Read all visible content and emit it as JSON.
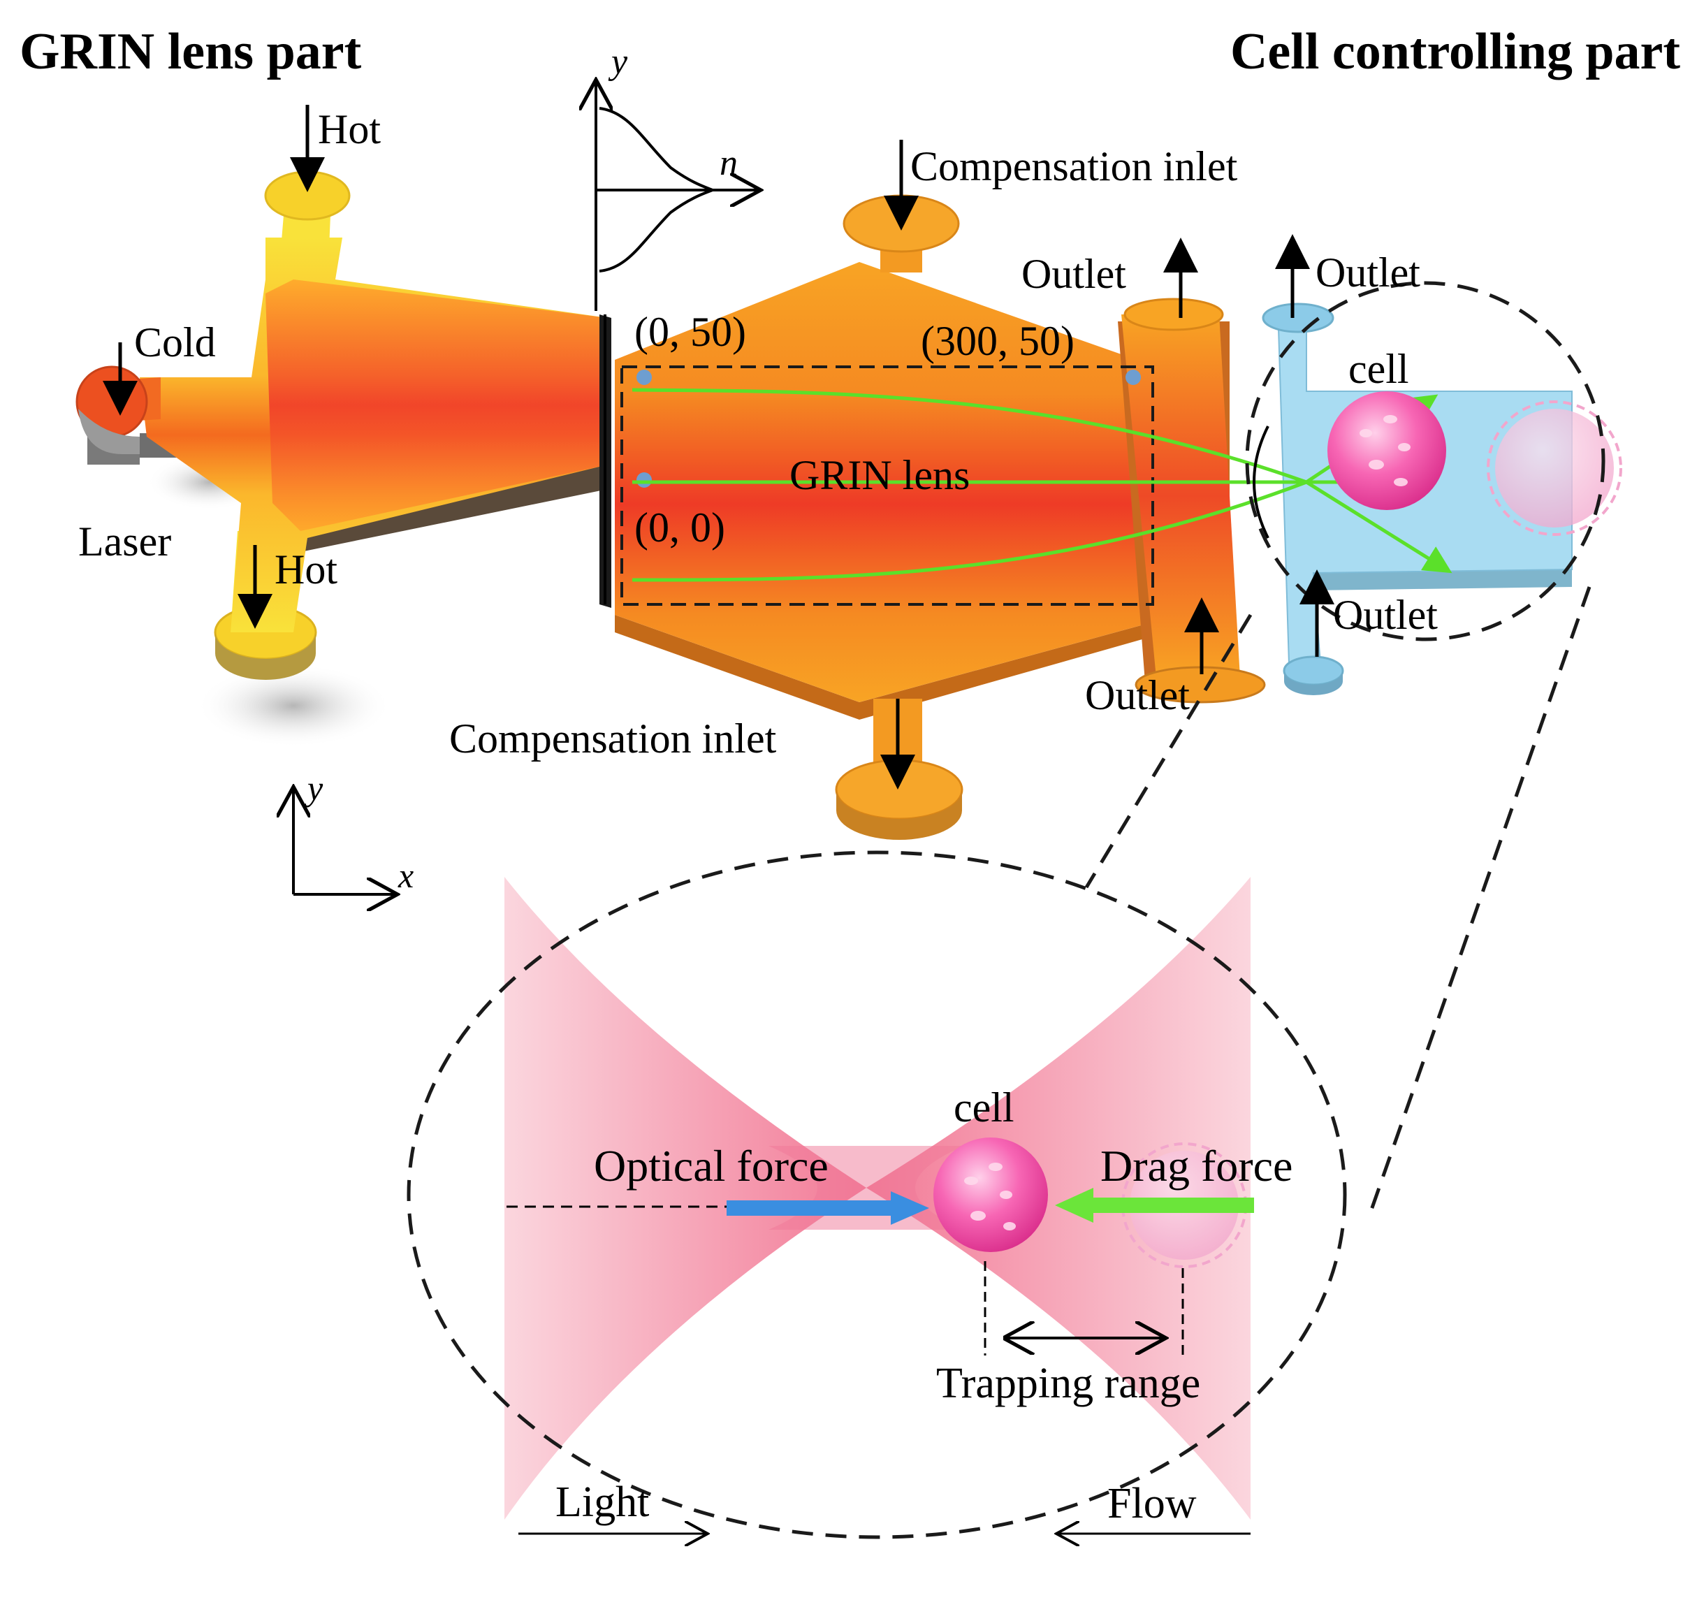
{
  "titles": {
    "left": "GRIN lens part",
    "right": "Cell controlling part"
  },
  "labels": {
    "hot_top": "Hot",
    "hot_bottom": "Hot",
    "cold": "Cold",
    "laser": "Laser",
    "compensation_top": "Compensation inlet",
    "compensation_bottom": "Compensation inlet",
    "outlet_1": "Outlet",
    "outlet_2": "Outlet",
    "outlet_3": "Outlet",
    "outlet_4": "Outlet",
    "coord_0_50": "(0, 50)",
    "coord_300_50": "(300, 50)",
    "coord_0_0": "(0, 0)",
    "grin_lens": "GRIN lens",
    "cell_top": "cell",
    "profile_y": "y",
    "profile_n": "n",
    "axis_y": "y",
    "axis_x": "x"
  },
  "inset": {
    "cell": "cell",
    "optical_force": "Optical force",
    "drag_force": "Drag force",
    "trapping_range": "Trapping range",
    "light": "Light",
    "flow": "Flow"
  },
  "colors": {
    "heater": "#f7d12a",
    "lens_hot": "#ff8a1e",
    "lens_core": "#f03a22",
    "chamber": "#f39a22",
    "cell_channel": "#9ed5ef",
    "ray": "#5be02a",
    "cell": "#f25aa6",
    "beam": "#f58aa6",
    "optical_arrow": "#3a8ee0",
    "drag_arrow": "#6be53a"
  }
}
